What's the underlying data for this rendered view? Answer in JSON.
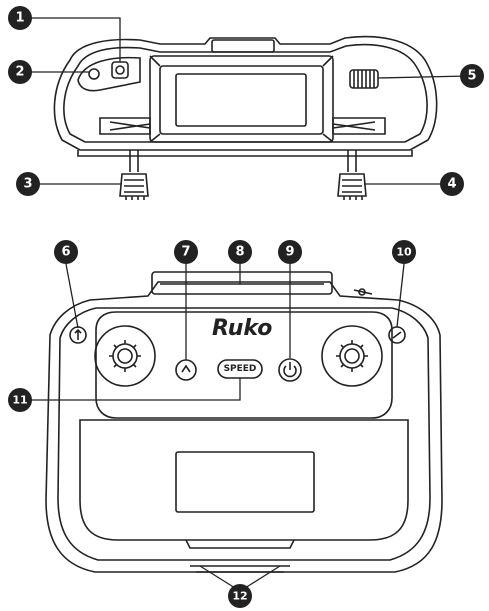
{
  "diagram": {
    "brand": "Ruko",
    "speed_button_label": "SPEED",
    "callouts": [
      "1",
      "2",
      "3",
      "4",
      "5",
      "6",
      "7",
      "8",
      "9",
      "10",
      "11",
      "12"
    ]
  },
  "colors": {
    "ink": "#222222",
    "callout_fill": "#222222",
    "callout_text": "#ffffff",
    "background": "#ffffff"
  },
  "icons": {
    "top_left_button": "camera-button-icon",
    "top_dial": "gimbal-wheel-icon",
    "side_button_left": "return-home-icon",
    "side_button_right": "photo-icon",
    "power": "power-icon",
    "sticks": "control-stick-icon",
    "button_7": "takeoff-landing-icon"
  }
}
